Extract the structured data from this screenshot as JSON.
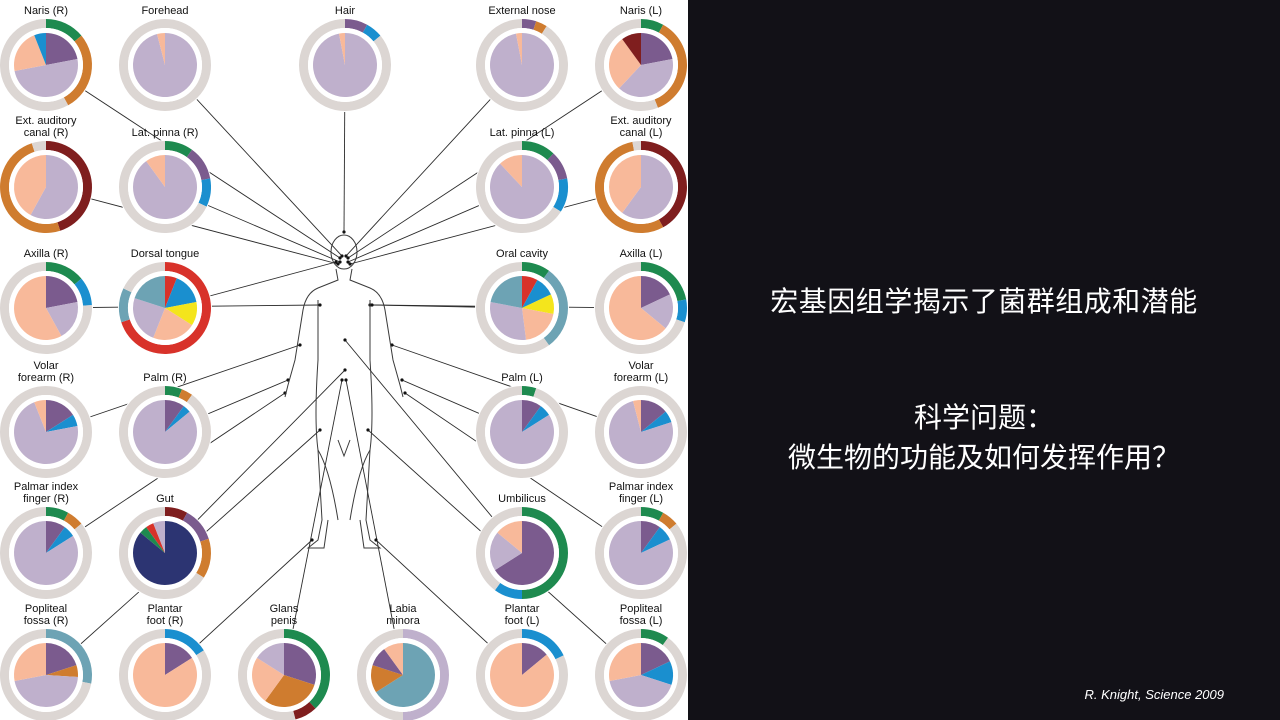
{
  "slide": {
    "title": "宏基因组学揭示了菌群组成和潜能",
    "question_label": "科学问题：",
    "question_text": "微生物的功能及如何发挥作用？",
    "citation": "R. Knight,  Science 2009"
  },
  "colors": {
    "panel_bg": "#121117",
    "figure_bg": "#ffffff",
    "ring_base": "#dcd6d3",
    "pie_main": "#bfb0cc",
    "pie_purple": "#7b5b8e",
    "pie_peach": "#f8b99a",
    "green": "#1e8a4f",
    "orange": "#cf7c2f",
    "darkred": "#7f1e1e",
    "blue": "#1a8fcf",
    "red": "#d8322a",
    "yellow": "#f4e51c",
    "teal": "#6da3b4",
    "navy": "#2c3472"
  },
  "sites": [
    {
      "label": "Naris (R)",
      "pie": [
        [
          "pie_purple",
          0.22
        ],
        [
          "pie_main",
          0.5
        ],
        [
          "pie_peach",
          0.22
        ],
        [
          "blue",
          0.06
        ]
      ],
      "ring": [
        [
          "green",
          0.14
        ],
        [
          "orange",
          0.28
        ],
        [
          "ring_base",
          0.58
        ]
      ]
    },
    {
      "label": "Forehead",
      "pie": [
        [
          "pie_main",
          0.96
        ],
        [
          "pie_peach",
          0.04
        ]
      ],
      "ring": [
        [
          "ring_base",
          1.0
        ]
      ]
    },
    {
      "label": "Hair",
      "pie": [
        [
          "pie_main",
          0.97
        ],
        [
          "pie_peach",
          0.03
        ]
      ],
      "ring": [
        [
          "pie_purple",
          0.08
        ],
        [
          "blue",
          0.06
        ],
        [
          "ring_base",
          0.86
        ]
      ]
    },
    {
      "label": "External nose",
      "pie": [
        [
          "pie_main",
          0.97
        ],
        [
          "pie_peach",
          0.03
        ]
      ],
      "ring": [
        [
          "pie_purple",
          0.05
        ],
        [
          "orange",
          0.04
        ],
        [
          "ring_base",
          0.91
        ]
      ]
    },
    {
      "label": "Naris (L)",
      "pie": [
        [
          "pie_purple",
          0.22
        ],
        [
          "pie_main",
          0.4
        ],
        [
          "pie_peach",
          0.28
        ],
        [
          "darkred",
          0.1
        ]
      ],
      "ring": [
        [
          "green",
          0.08
        ],
        [
          "orange",
          0.36
        ],
        [
          "ring_base",
          0.56
        ]
      ]
    },
    {
      "label": "Ext. auditory canal (R)",
      "pie": [
        [
          "pie_main",
          0.58
        ],
        [
          "pie_peach",
          0.42
        ]
      ],
      "ring": [
        [
          "darkred",
          0.45
        ],
        [
          "orange",
          0.5
        ],
        [
          "ring_base",
          0.05
        ]
      ]
    },
    {
      "label": "Lat. pinna (R)",
      "pie": [
        [
          "pie_main",
          0.9
        ],
        [
          "pie_peach",
          0.1
        ]
      ],
      "ring": [
        [
          "green",
          0.1
        ],
        [
          "pie_purple",
          0.12
        ],
        [
          "blue",
          0.1
        ],
        [
          "ring_base",
          0.68
        ]
      ]
    },
    {
      "label": "Lat. pinna (L)",
      "pie": [
        [
          "pie_main",
          0.88
        ],
        [
          "pie_peach",
          0.12
        ]
      ],
      "ring": [
        [
          "green",
          0.12
        ],
        [
          "pie_purple",
          0.1
        ],
        [
          "blue",
          0.12
        ],
        [
          "ring_base",
          0.66
        ]
      ]
    },
    {
      "label": "Ext. auditory canal (L)",
      "pie": [
        [
          "pie_main",
          0.6
        ],
        [
          "pie_peach",
          0.4
        ]
      ],
      "ring": [
        [
          "darkred",
          0.42
        ],
        [
          "orange",
          0.55
        ],
        [
          "ring_base",
          0.03
        ]
      ]
    },
    {
      "label": "Axilla (R)",
      "pie": [
        [
          "pie_purple",
          0.22
        ],
        [
          "pie_main",
          0.2
        ],
        [
          "pie_peach",
          0.58
        ]
      ],
      "ring": [
        [
          "green",
          0.14
        ],
        [
          "blue",
          0.1
        ],
        [
          "ring_base",
          0.76
        ]
      ]
    },
    {
      "label": "Dorsal tongue",
      "pie": [
        [
          "red",
          0.06
        ],
        [
          "blue",
          0.16
        ],
        [
          "yellow",
          0.12
        ],
        [
          "pie_peach",
          0.22
        ],
        [
          "pie_main",
          0.24
        ],
        [
          "teal",
          0.2
        ]
      ],
      "ring": [
        [
          "red",
          0.7
        ],
        [
          "teal",
          0.12
        ],
        [
          "ring_base",
          0.18
        ]
      ]
    },
    {
      "label": "Oral cavity",
      "pie": [
        [
          "red",
          0.08
        ],
        [
          "blue",
          0.1
        ],
        [
          "yellow",
          0.1
        ],
        [
          "pie_peach",
          0.2
        ],
        [
          "pie_main",
          0.3
        ],
        [
          "teal",
          0.22
        ]
      ],
      "ring": [
        [
          "green",
          0.1
        ],
        [
          "teal",
          0.3
        ],
        [
          "ring_base",
          0.6
        ]
      ]
    },
    {
      "label": "Axilla (L)",
      "pie": [
        [
          "pie_purple",
          0.18
        ],
        [
          "pie_main",
          0.18
        ],
        [
          "pie_peach",
          0.64
        ]
      ],
      "ring": [
        [
          "green",
          0.22
        ],
        [
          "blue",
          0.08
        ],
        [
          "ring_base",
          0.7
        ]
      ]
    },
    {
      "label": "Volar forearm (R)",
      "pie": [
        [
          "pie_purple",
          0.16
        ],
        [
          "blue",
          0.06
        ],
        [
          "pie_main",
          0.72
        ],
        [
          "pie_peach",
          0.06
        ]
      ],
      "ring": [
        [
          "ring_base",
          1.0
        ]
      ]
    },
    {
      "label": "Palm (R)",
      "pie": [
        [
          "pie_purple",
          0.1
        ],
        [
          "blue",
          0.04
        ],
        [
          "pie_main",
          0.86
        ]
      ],
      "ring": [
        [
          "green",
          0.06
        ],
        [
          "orange",
          0.04
        ],
        [
          "ring_base",
          0.9
        ]
      ]
    },
    {
      "label": "Palm (L)",
      "pie": [
        [
          "pie_purple",
          0.1
        ],
        [
          "blue",
          0.06
        ],
        [
          "pie_main",
          0.84
        ]
      ],
      "ring": [
        [
          "green",
          0.05
        ],
        [
          "ring_base",
          0.95
        ]
      ]
    },
    {
      "label": "Volar forearm (L)",
      "pie": [
        [
          "pie_purple",
          0.14
        ],
        [
          "blue",
          0.06
        ],
        [
          "pie_main",
          0.76
        ],
        [
          "pie_peach",
          0.04
        ]
      ],
      "ring": [
        [
          "ring_base",
          1.0
        ]
      ]
    },
    {
      "label": "Palmar index finger (R)",
      "pie": [
        [
          "pie_purple",
          0.1
        ],
        [
          "blue",
          0.06
        ],
        [
          "pie_main",
          0.84
        ]
      ],
      "ring": [
        [
          "green",
          0.08
        ],
        [
          "orange",
          0.06
        ],
        [
          "ring_base",
          0.86
        ]
      ]
    },
    {
      "label": "Gut",
      "pie": [
        [
          "navy",
          0.86
        ],
        [
          "green",
          0.04
        ],
        [
          "red",
          0.04
        ],
        [
          "pie_main",
          0.06
        ]
      ],
      "ring": [
        [
          "darkred",
          0.08
        ],
        [
          "pie_purple",
          0.12
        ],
        [
          "orange",
          0.14
        ],
        [
          "ring_base",
          0.66
        ]
      ]
    },
    {
      "label": "Umbilicus",
      "pie": [
        [
          "pie_purple",
          0.66
        ],
        [
          "pie_main",
          0.2
        ],
        [
          "pie_peach",
          0.14
        ]
      ],
      "ring": [
        [
          "green",
          0.5
        ],
        [
          "blue",
          0.1
        ],
        [
          "ring_base",
          0.4
        ]
      ]
    },
    {
      "label": "Palmar index finger (L)",
      "pie": [
        [
          "pie_purple",
          0.1
        ],
        [
          "blue",
          0.08
        ],
        [
          "pie_main",
          0.82
        ]
      ],
      "ring": [
        [
          "green",
          0.08
        ],
        [
          "orange",
          0.06
        ],
        [
          "ring_base",
          0.86
        ]
      ]
    },
    {
      "label": "Popliteal fossa (R)",
      "pie": [
        [
          "pie_purple",
          0.2
        ],
        [
          "orange",
          0.06
        ],
        [
          "pie_main",
          0.46
        ],
        [
          "pie_peach",
          0.28
        ]
      ],
      "ring": [
        [
          "teal",
          0.28
        ],
        [
          "ring_base",
          0.72
        ]
      ]
    },
    {
      "label": "Plantar foot (R)",
      "pie": [
        [
          "pie_purple",
          0.16
        ],
        [
          "pie_peach",
          0.84
        ]
      ],
      "ring": [
        [
          "blue",
          0.16
        ],
        [
          "ring_base",
          0.84
        ]
      ]
    },
    {
      "label": "Glans penis",
      "pie": [
        [
          "pie_purple",
          0.3
        ],
        [
          "orange",
          0.3
        ],
        [
          "pie_peach",
          0.24
        ],
        [
          "pie_main",
          0.16
        ]
      ],
      "ring": [
        [
          "green",
          0.38
        ],
        [
          "darkred",
          0.08
        ],
        [
          "ring_base",
          0.54
        ]
      ]
    },
    {
      "label": "Labia minora",
      "pie": [
        [
          "teal",
          0.66
        ],
        [
          "orange",
          0.14
        ],
        [
          "pie_purple",
          0.1
        ],
        [
          "pie_peach",
          0.1
        ]
      ],
      "ring": [
        [
          "pie_main",
          0.5
        ],
        [
          "ring_base",
          0.5
        ]
      ]
    },
    {
      "label": "Plantar foot (L)",
      "pie": [
        [
          "pie_purple",
          0.14
        ],
        [
          "pie_peach",
          0.86
        ]
      ],
      "ring": [
        [
          "blue",
          0.18
        ],
        [
          "ring_base",
          0.82
        ]
      ]
    },
    {
      "label": "Popliteal fossa (L)",
      "pie": [
        [
          "pie_purple",
          0.18
        ],
        [
          "blue",
          0.12
        ],
        [
          "pie_main",
          0.42
        ],
        [
          "pie_peach",
          0.28
        ]
      ],
      "ring": [
        [
          "green",
          0.1
        ],
        [
          "ring_base",
          0.9
        ]
      ]
    }
  ]
}
